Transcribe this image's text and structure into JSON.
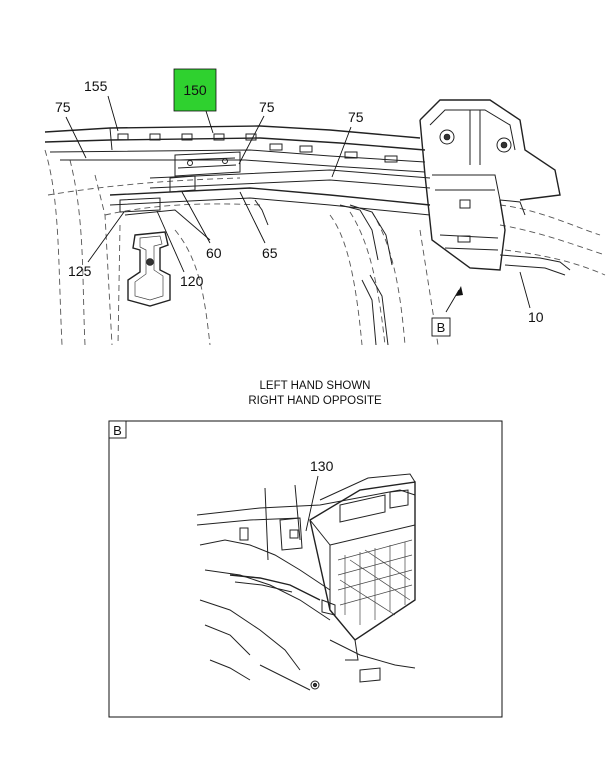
{
  "callouts": {
    "c155": "155",
    "c150": "150",
    "c75a": "75",
    "c75b": "75",
    "c75c": "75",
    "c125": "125",
    "c120": "120",
    "c60": "60",
    "c65": "65",
    "c10": "10"
  },
  "view_marker": "B",
  "note": {
    "line1": "LEFT HAND SHOWN",
    "line2": "RIGHT HAND OPPOSITE"
  },
  "detail": {
    "label": "B",
    "callout": "130"
  },
  "colors": {
    "highlight": "#2fd12f",
    "line": "#222222"
  }
}
